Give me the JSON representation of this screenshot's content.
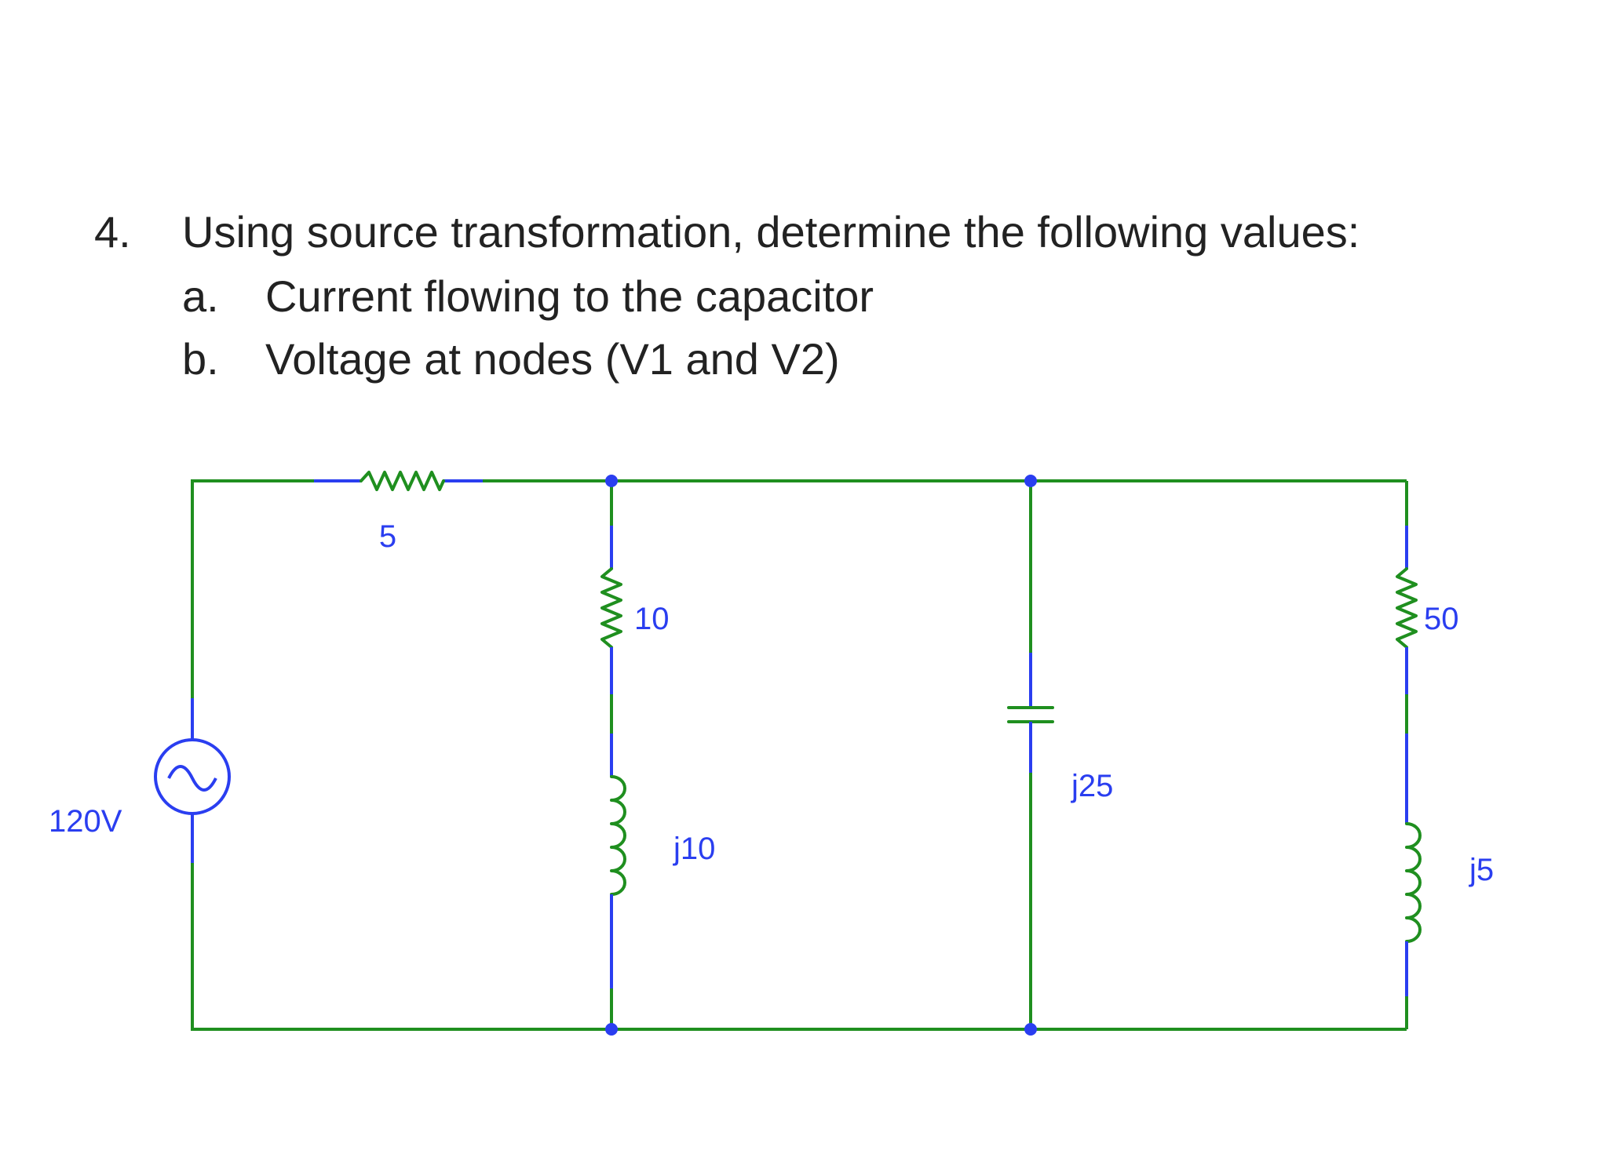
{
  "question": {
    "number": "4.",
    "prompt": "Using source transformation, determine the following values:",
    "items": [
      {
        "marker": "a.",
        "text": "Current flowing to the capacitor"
      },
      {
        "marker": "b.",
        "text": "Voltage at nodes (V1 and V2)"
      }
    ]
  },
  "circuit": {
    "source": {
      "label": "120V"
    },
    "r_series": {
      "label": "5"
    },
    "r_branch1": {
      "label": "10"
    },
    "l_branch1": {
      "label": "j10"
    },
    "c_branch2": {
      "label": "j25"
    },
    "r_branch3": {
      "label": "50"
    },
    "l_branch3": {
      "label": "j5"
    }
  },
  "colors": {
    "wire": "#1f8f1f",
    "component_lead": "#2a3ef0",
    "label": "#2a3ef0",
    "text": "#222222"
  }
}
